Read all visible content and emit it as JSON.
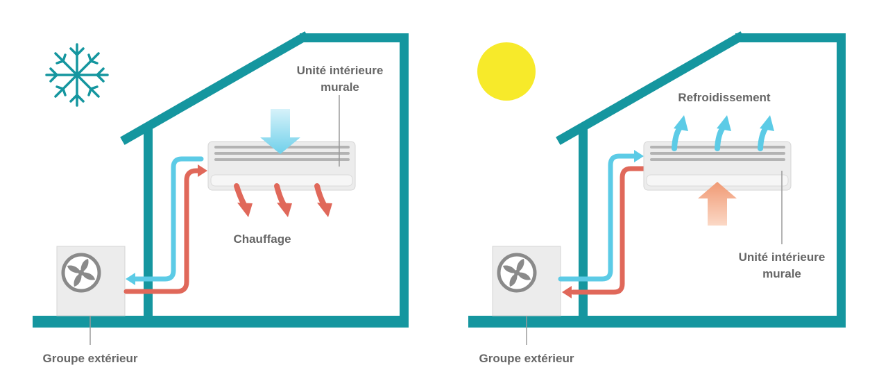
{
  "heating_scene": {
    "indoor_unit_label_line1": "Unité intérieure",
    "indoor_unit_label_line2": "murale",
    "mode_label": "Chauffage",
    "outdoor_unit_label": "Groupe extérieur",
    "weather_icon": "snowflake-icon"
  },
  "cooling_scene": {
    "mode_label": "Refroidissement",
    "indoor_unit_label_line1": "Unité intérieure",
    "indoor_unit_label_line2": "murale",
    "outdoor_unit_label": "Groupe extérieur",
    "weather_icon": "sun-icon"
  },
  "colors": {
    "house_outline": "#15969f",
    "cold_flow": "#5ccbe6",
    "hot_flow": "#e0685a",
    "sun": "#f7ea2a",
    "unit_body": "#ececec",
    "label_text": "#666666"
  }
}
